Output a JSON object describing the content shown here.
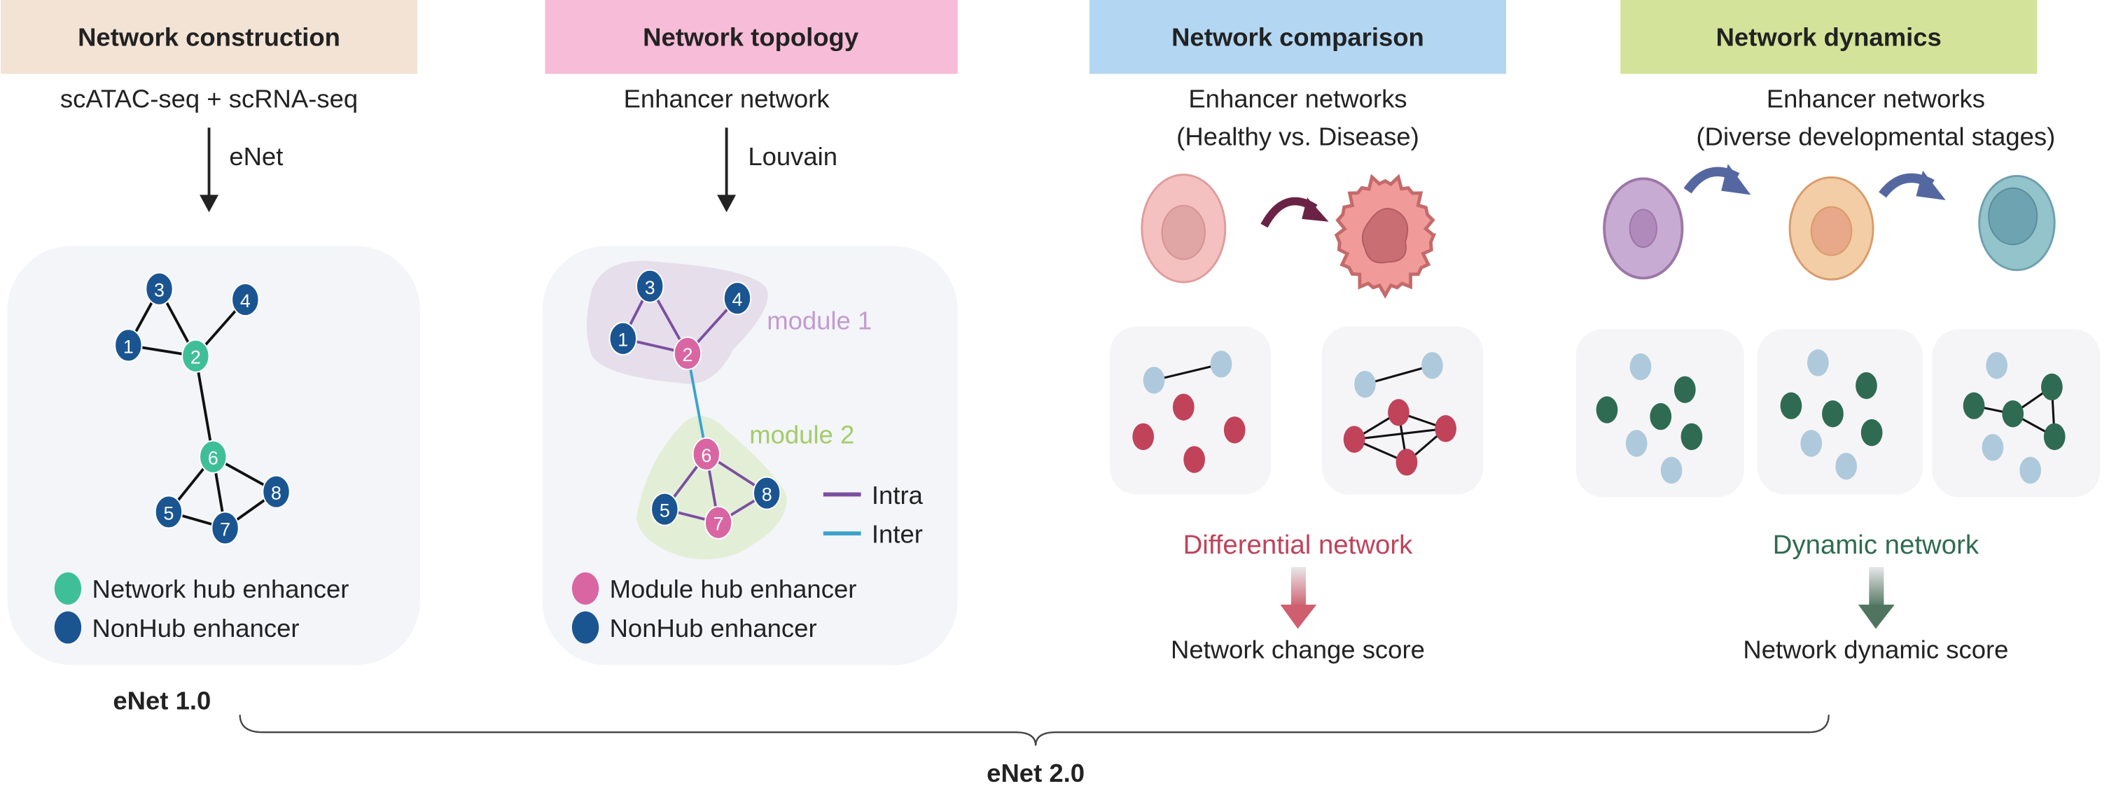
{
  "colors": {
    "header_construction": "#f2e3d5",
    "header_topology": "#f7bcd7",
    "header_comparison": "#b3d7f2",
    "header_dynamics": "#d3e49a",
    "network_hub": "#3fbf98",
    "nonhub": "#1a5591",
    "module_hub": "#d966a3",
    "intra_edge": "#7a4fa0",
    "inter_edge": "#3ba3cc",
    "module1": "#c39bd0",
    "module2": "#a3cc6a",
    "differential": "#c0435a",
    "dynamic": "#2f6b52",
    "inactive_node": "#afc9dc"
  },
  "panels": [
    {
      "header": "Network construction",
      "input": "scATAC-seq + scRNA-seq",
      "method": "eNet",
      "legend": [
        "Network hub enhancer",
        "NonHub enhancer"
      ]
    },
    {
      "header": "Network topology",
      "input": "Enhancer network",
      "method": "Louvain",
      "modules": [
        "module 1",
        "module 2"
      ],
      "edge_legend": [
        "Intra",
        "Inter"
      ],
      "legend": [
        "Module hub enhancer",
        "NonHub enhancer"
      ]
    },
    {
      "header": "Network comparison",
      "input": [
        "Enhancer networks",
        "(Healthy vs. Disease)"
      ],
      "result": "Differential network",
      "score": "Network change score"
    },
    {
      "header": "Network dynamics",
      "input": [
        "Enhancer networks",
        "(Diverse developmental stages)"
      ],
      "result": "Dynamic network",
      "score": "Network dynamic score"
    }
  ],
  "node_labels": [
    "1",
    "2",
    "3",
    "4",
    "5",
    "6",
    "7",
    "8"
  ],
  "versions": {
    "v1": "eNet 1.0",
    "v2": "eNet 2.0"
  }
}
